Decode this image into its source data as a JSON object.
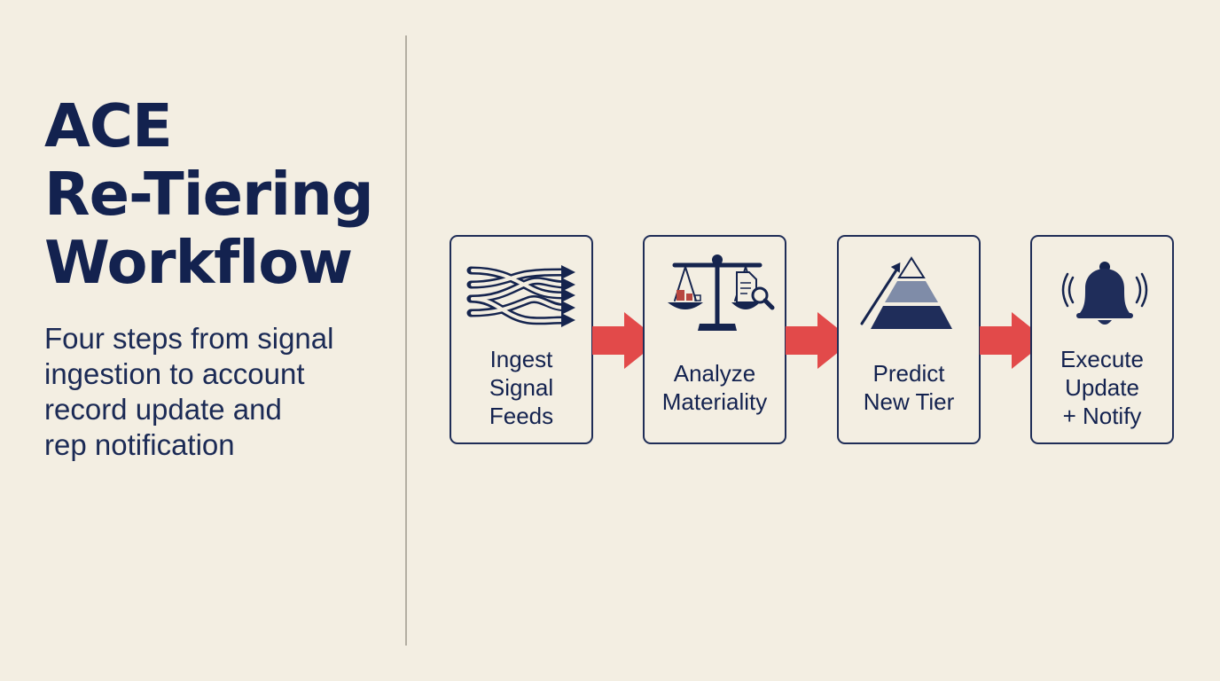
{
  "title": {
    "lines": [
      "ACE",
      "Re-Tiering",
      "Workflow"
    ]
  },
  "subtitle": {
    "lines": [
      "Four steps from signal",
      "ingestion to account",
      "record update and",
      "rep notification"
    ]
  },
  "steps": [
    {
      "label_lines": [
        "Ingest",
        "Signal",
        "Feeds"
      ],
      "icon": "merging-arrows-icon"
    },
    {
      "label_lines": [
        "Analyze",
        "Materiality"
      ],
      "icon": "scale-with-magnifier-icon"
    },
    {
      "label_lines": [
        "Predict",
        "New Tier"
      ],
      "icon": "tier-pyramid-icon"
    },
    {
      "label_lines": [
        "Execute",
        "Update",
        "+ Notify"
      ],
      "icon": "bell-icon"
    }
  ],
  "colors": {
    "background": "#f3eee2",
    "navy": "#13224f",
    "arrow_red": "#e24a4a",
    "divider": "#b3aea2"
  }
}
